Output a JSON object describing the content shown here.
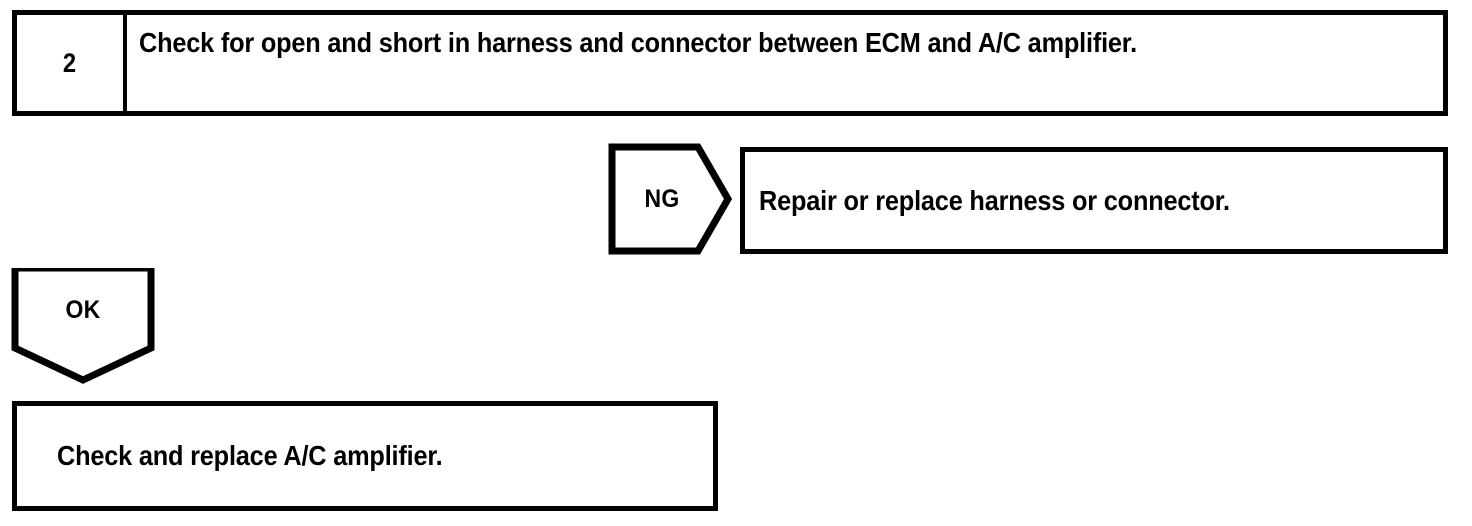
{
  "page": {
    "title": "Diagnostic flowchart step 2",
    "background_color": "#ffffff",
    "line_color": "#000000"
  },
  "step": {
    "number": "2",
    "instruction": "Check for open and short in harness and connector between ECM and A/C amplifier."
  },
  "branches": {
    "ng": {
      "label": "NG",
      "result_text": "Repair or replace harness or connector."
    },
    "ok": {
      "label": "OK",
      "result_text": "Check and replace A/C amplifier."
    }
  }
}
